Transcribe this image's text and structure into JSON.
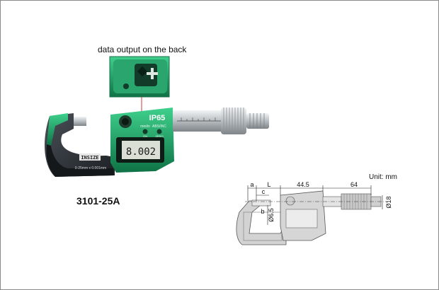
{
  "caption": "data output on the back",
  "model": "3101-25A",
  "unit_label": "Unit: mm",
  "device": {
    "brand": "INSIZE",
    "rating": "IP65",
    "reading": "8.002",
    "btn_left_label": "mm/in",
    "btn_right_label": "ABS/INC",
    "btn_left_text": "ON",
    "btn_right_text": "ZERO",
    "spec": "0-25mm x 0.001mm"
  },
  "dimensions": {
    "a": "a",
    "L": "L",
    "c": "c",
    "b": "b",
    "d1": "44.5",
    "d2": "64",
    "spindle": "Ø6.5",
    "thimble": "Ø18"
  },
  "colors": {
    "frame": "#2f343a",
    "body_green": "#1f9a63",
    "lcd": "#d9dfd5",
    "steel": "#bfc3c6"
  }
}
